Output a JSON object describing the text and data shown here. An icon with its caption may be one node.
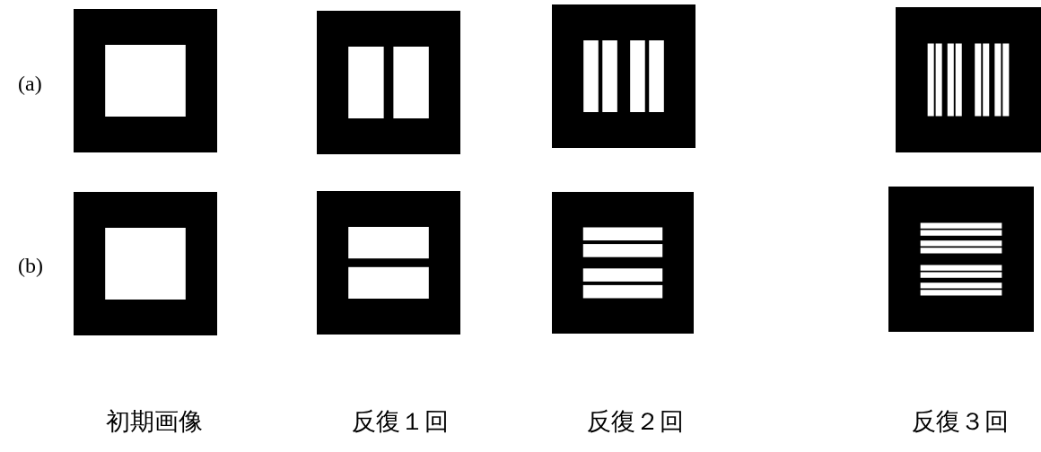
{
  "diagram": {
    "labels": [
      "(a)",
      "(b)",
      "初期画像",
      "反復１回",
      "反復２回",
      "反復３回"
    ]
  }
}
